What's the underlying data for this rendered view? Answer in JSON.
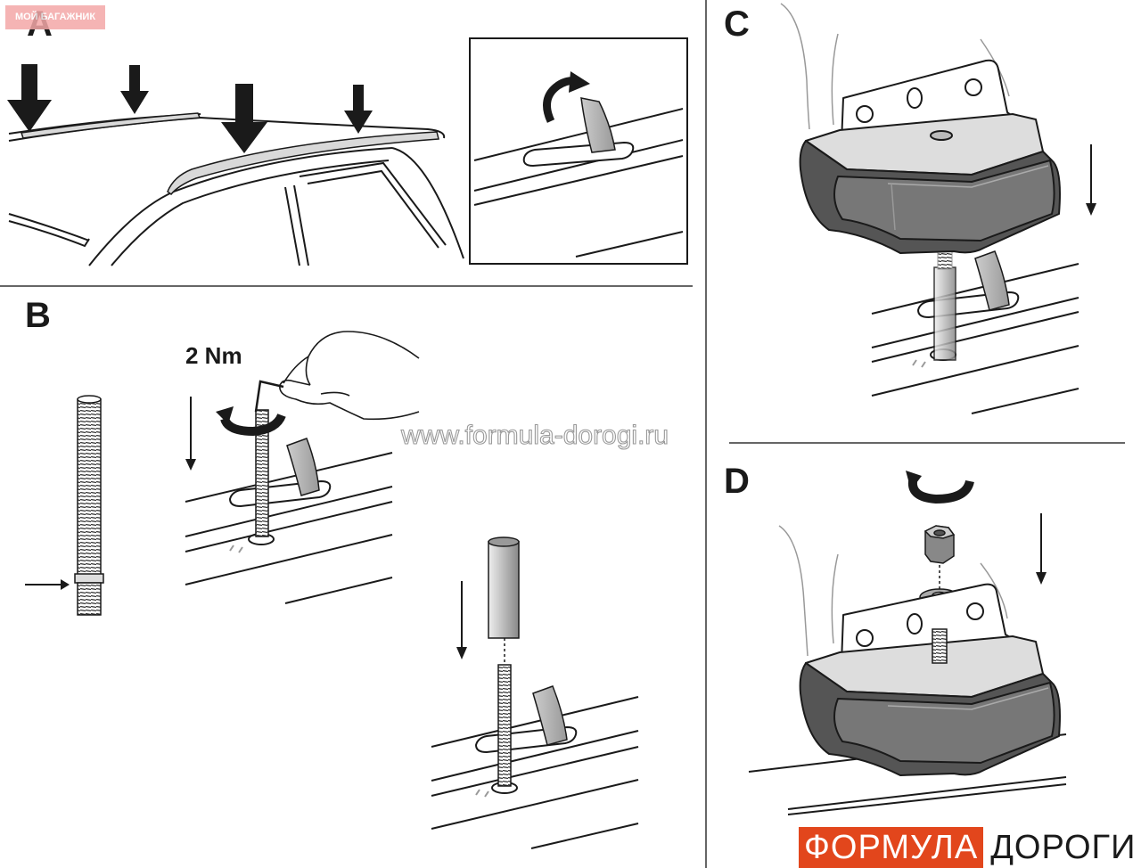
{
  "steps": {
    "a": "A",
    "b": "B",
    "c": "C",
    "d": "D"
  },
  "torque": "2 Nm",
  "watermark": "www.formula-dorogi.ru",
  "corner_tag": "МОЙ БАГАЖНИК",
  "brand": {
    "part1": "ФОРМУЛА",
    "part2": "ДОРОГИ"
  },
  "colors": {
    "ink": "#1a1a1a",
    "rail": "#d9d9d9",
    "brand": "#e2461c",
    "tag": "#f4a8a8"
  },
  "icons": [
    "down-arrow-icon",
    "rotate-arrow-icon",
    "hex-key-icon",
    "nut-icon",
    "washer-icon"
  ]
}
